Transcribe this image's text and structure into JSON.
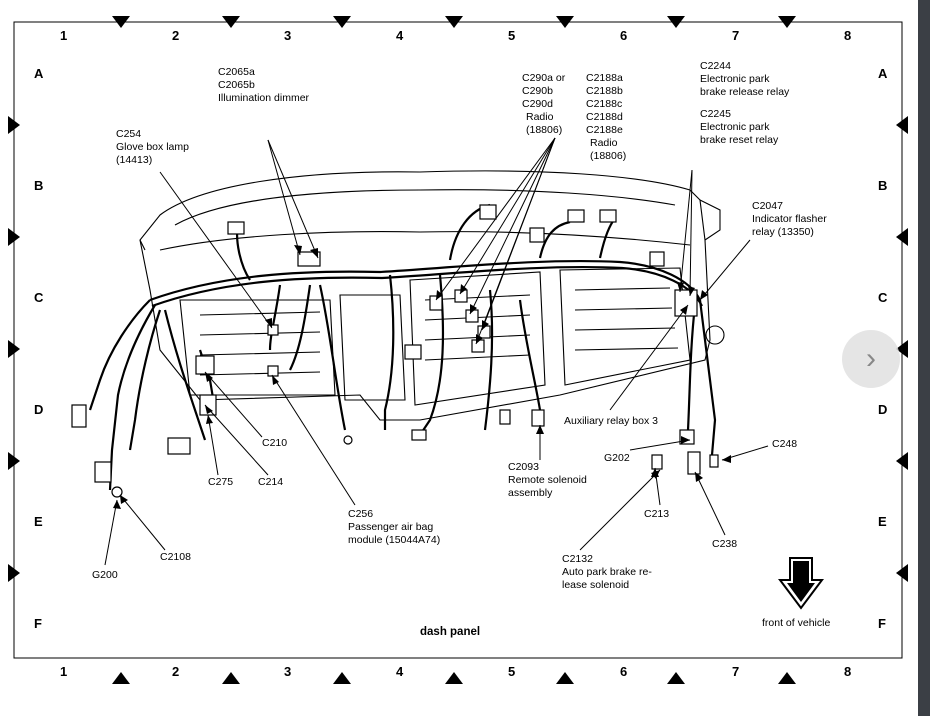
{
  "diagram": {
    "title": "dash panel",
    "orientation": "front of vehicle",
    "grid": {
      "columns": [
        "1",
        "2",
        "3",
        "4",
        "5",
        "6",
        "7",
        "8"
      ],
      "rows": [
        "A",
        "B",
        "C",
        "D",
        "E",
        "F"
      ]
    },
    "connectors": [
      {
        "id": "c2065",
        "lines": [
          "C2065a",
          "C2065b",
          "Illumination dimmer"
        ]
      },
      {
        "id": "c254",
        "lines": [
          "C254",
          "Glove box lamp",
          "(14413)"
        ]
      },
      {
        "id": "c290",
        "lines": [
          "C290a  or",
          "C290b",
          "C290d",
          "Radio",
          "(18806)"
        ]
      },
      {
        "id": "c2188",
        "lines": [
          "C2188a",
          "C2188b",
          "C2188c",
          "C2188d",
          "C2188e",
          "Radio",
          "(18806)"
        ]
      },
      {
        "id": "c2244",
        "lines": [
          "C2244",
          "Electronic park",
          "brake release relay"
        ]
      },
      {
        "id": "c2245",
        "lines": [
          "C2245",
          "Electronic park",
          "brake reset relay"
        ]
      },
      {
        "id": "c2047",
        "lines": [
          "C2047",
          "Indicator flasher",
          "relay (13350)"
        ]
      },
      {
        "id": "aux",
        "lines": [
          "Auxiliary relay box 3"
        ]
      },
      {
        "id": "c210",
        "lines": [
          "C210"
        ]
      },
      {
        "id": "c214",
        "lines": [
          "C214"
        ]
      },
      {
        "id": "c275",
        "lines": [
          "C275"
        ]
      },
      {
        "id": "c256",
        "lines": [
          "C256",
          "Passenger air bag",
          "module (15044A74)"
        ]
      },
      {
        "id": "c2093",
        "lines": [
          "C2093",
          "Remote solenoid",
          "assembly"
        ]
      },
      {
        "id": "g202",
        "lines": [
          "G202"
        ]
      },
      {
        "id": "c248",
        "lines": [
          "C248"
        ]
      },
      {
        "id": "c213",
        "lines": [
          "C213"
        ]
      },
      {
        "id": "c238",
        "lines": [
          "C238"
        ]
      },
      {
        "id": "c2132",
        "lines": [
          "C2132",
          "Auto park brake re-",
          "lease solenoid"
        ]
      },
      {
        "id": "c2108",
        "lines": [
          "C2108"
        ]
      },
      {
        "id": "g200",
        "lines": [
          "G200"
        ]
      }
    ]
  }
}
